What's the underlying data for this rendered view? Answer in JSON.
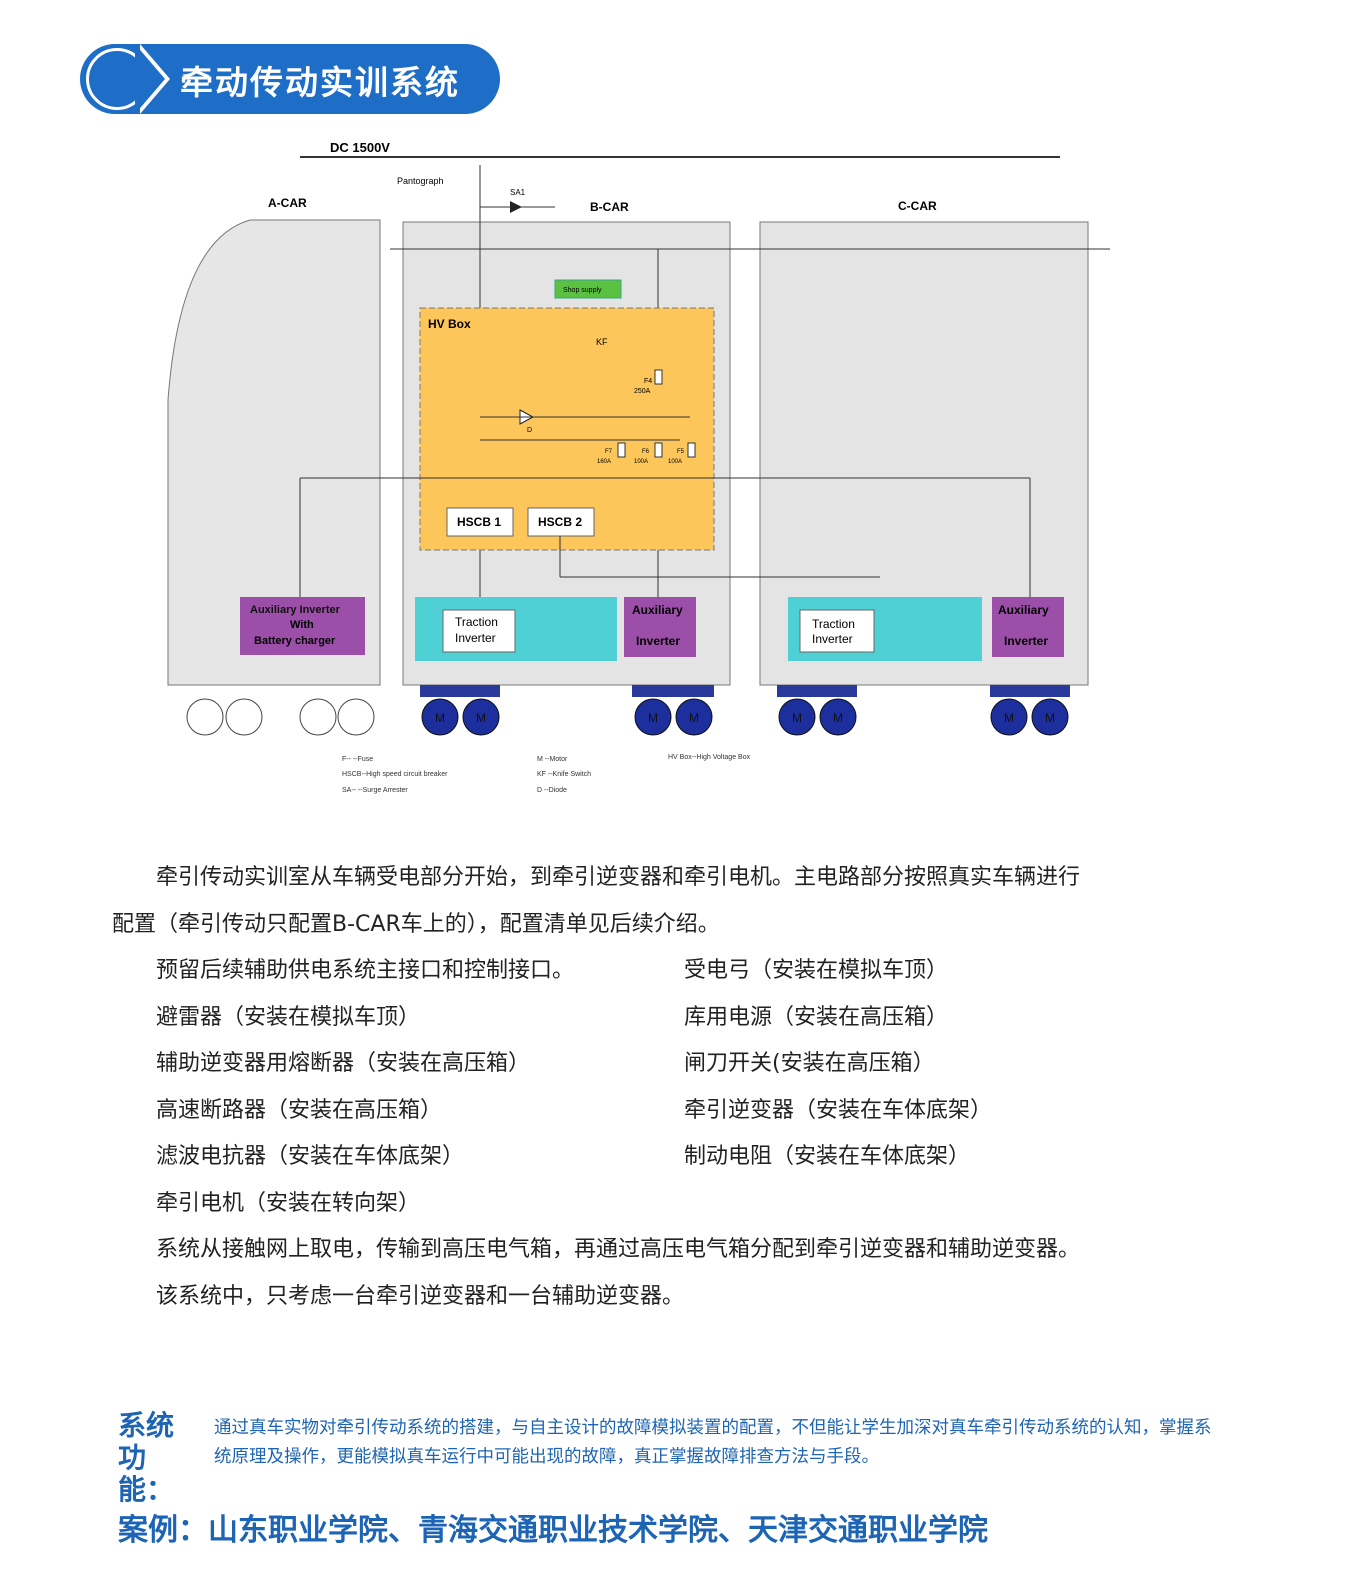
{
  "title": "牵动传动实训系统",
  "diagram": {
    "dc": "DC 1500V",
    "pantograph": "Pantograph",
    "sa": "SA1",
    "a_car": "A-CAR",
    "b_car": "B-CAR",
    "c_car": "C-CAR",
    "shop_supply": "Shop supply",
    "hv_box": "HV Box",
    "kf": "KF",
    "f4": "F4",
    "f4a": "250A",
    "f7": "F7",
    "f7a": "160A",
    "f6": "F6",
    "f6a": "100A",
    "f5": "F5",
    "f5a": "100A",
    "d": "D",
    "hscb1": "HSCB 1",
    "hscb2": "HSCB 2",
    "aux_batt": [
      "Auxiliary Inverter",
      "With",
      "Battery charger"
    ],
    "traction": [
      "Traction",
      "Inverter"
    ],
    "aux": [
      "Auxiliary",
      "Inverter"
    ],
    "motor": "M",
    "legend": [
      "F--   --Fuse",
      "HSCB--High speed circuit breaker",
      "SA--  --Surge Arrester",
      "M      --Motor",
      "KF     --Knife Switch",
      "D      --Diode",
      "HV Box--High Voltage Box"
    ]
  },
  "body": {
    "p1": "牵引传动实训室从车辆受电部分开始，到牵引逆变器和牵引电机。主电路部分按照真实车辆进行",
    "p1b": "配置（牵引传动只配置B-CAR车上的），配置清单见后续介绍。",
    "rows": [
      [
        "预留后续辅助供电系统主接口和控制接口。",
        "受电弓（安装在模拟车顶）"
      ],
      [
        "避雷器（安装在模拟车顶）",
        "库用电源（安装在高压箱）"
      ],
      [
        "辅助逆变器用熔断器（安装在高压箱）",
        "闸刀开关(安装在高压箱）"
      ],
      [
        "高速断路器（安装在高压箱）",
        "牵引逆变器（安装在车体底架）"
      ],
      [
        "滤波电抗器（安装在车体底架）",
        "制动电阻（安装在车体底架）"
      ],
      [
        "牵引电机（安装在转向架）",
        ""
      ]
    ],
    "p2": "系统从接触网上取电，传输到高压电气箱，再通过高压电气箱分配到牵引逆变器和辅助逆变器。",
    "p3": "该系统中，只考虑一台牵引逆变器和一台辅助逆变器。"
  },
  "function": {
    "label": "系统功能：",
    "text": "通过真车实物对牵引传动系统的搭建，与自主设计的故障模拟装置的配置，不但能让学生加深对真车牵引传动系统的认知，掌握系统原理及操作，更能模拟真车运行中可能出现的故障，真正掌握故障排查方法与手段。"
  },
  "cases": "案例：山东职业学院、青海交通职业技术学院、天津交通职业学院"
}
